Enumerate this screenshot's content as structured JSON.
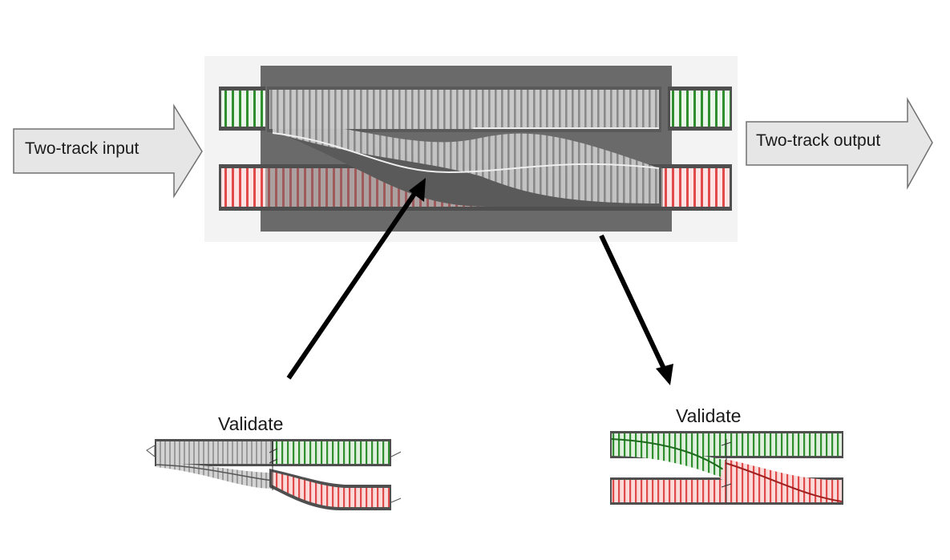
{
  "input_arrow": {
    "label": "Two-track input"
  },
  "output_arrow": {
    "label": "Two-track output"
  },
  "validate_left": {
    "label": "Validate"
  },
  "validate_right": {
    "label": "Validate"
  },
  "colors": {
    "background": "#ffffff",
    "panel": "#6a6a6a",
    "rail_dark": "#4f4f4f",
    "track_gray": "#bdbdbd",
    "track_green": "#3f9a3f",
    "track_red": "#e05050",
    "arrow_fill": "#e6e6e6",
    "arrow_stroke": "#707070",
    "pointer": "#000000"
  }
}
